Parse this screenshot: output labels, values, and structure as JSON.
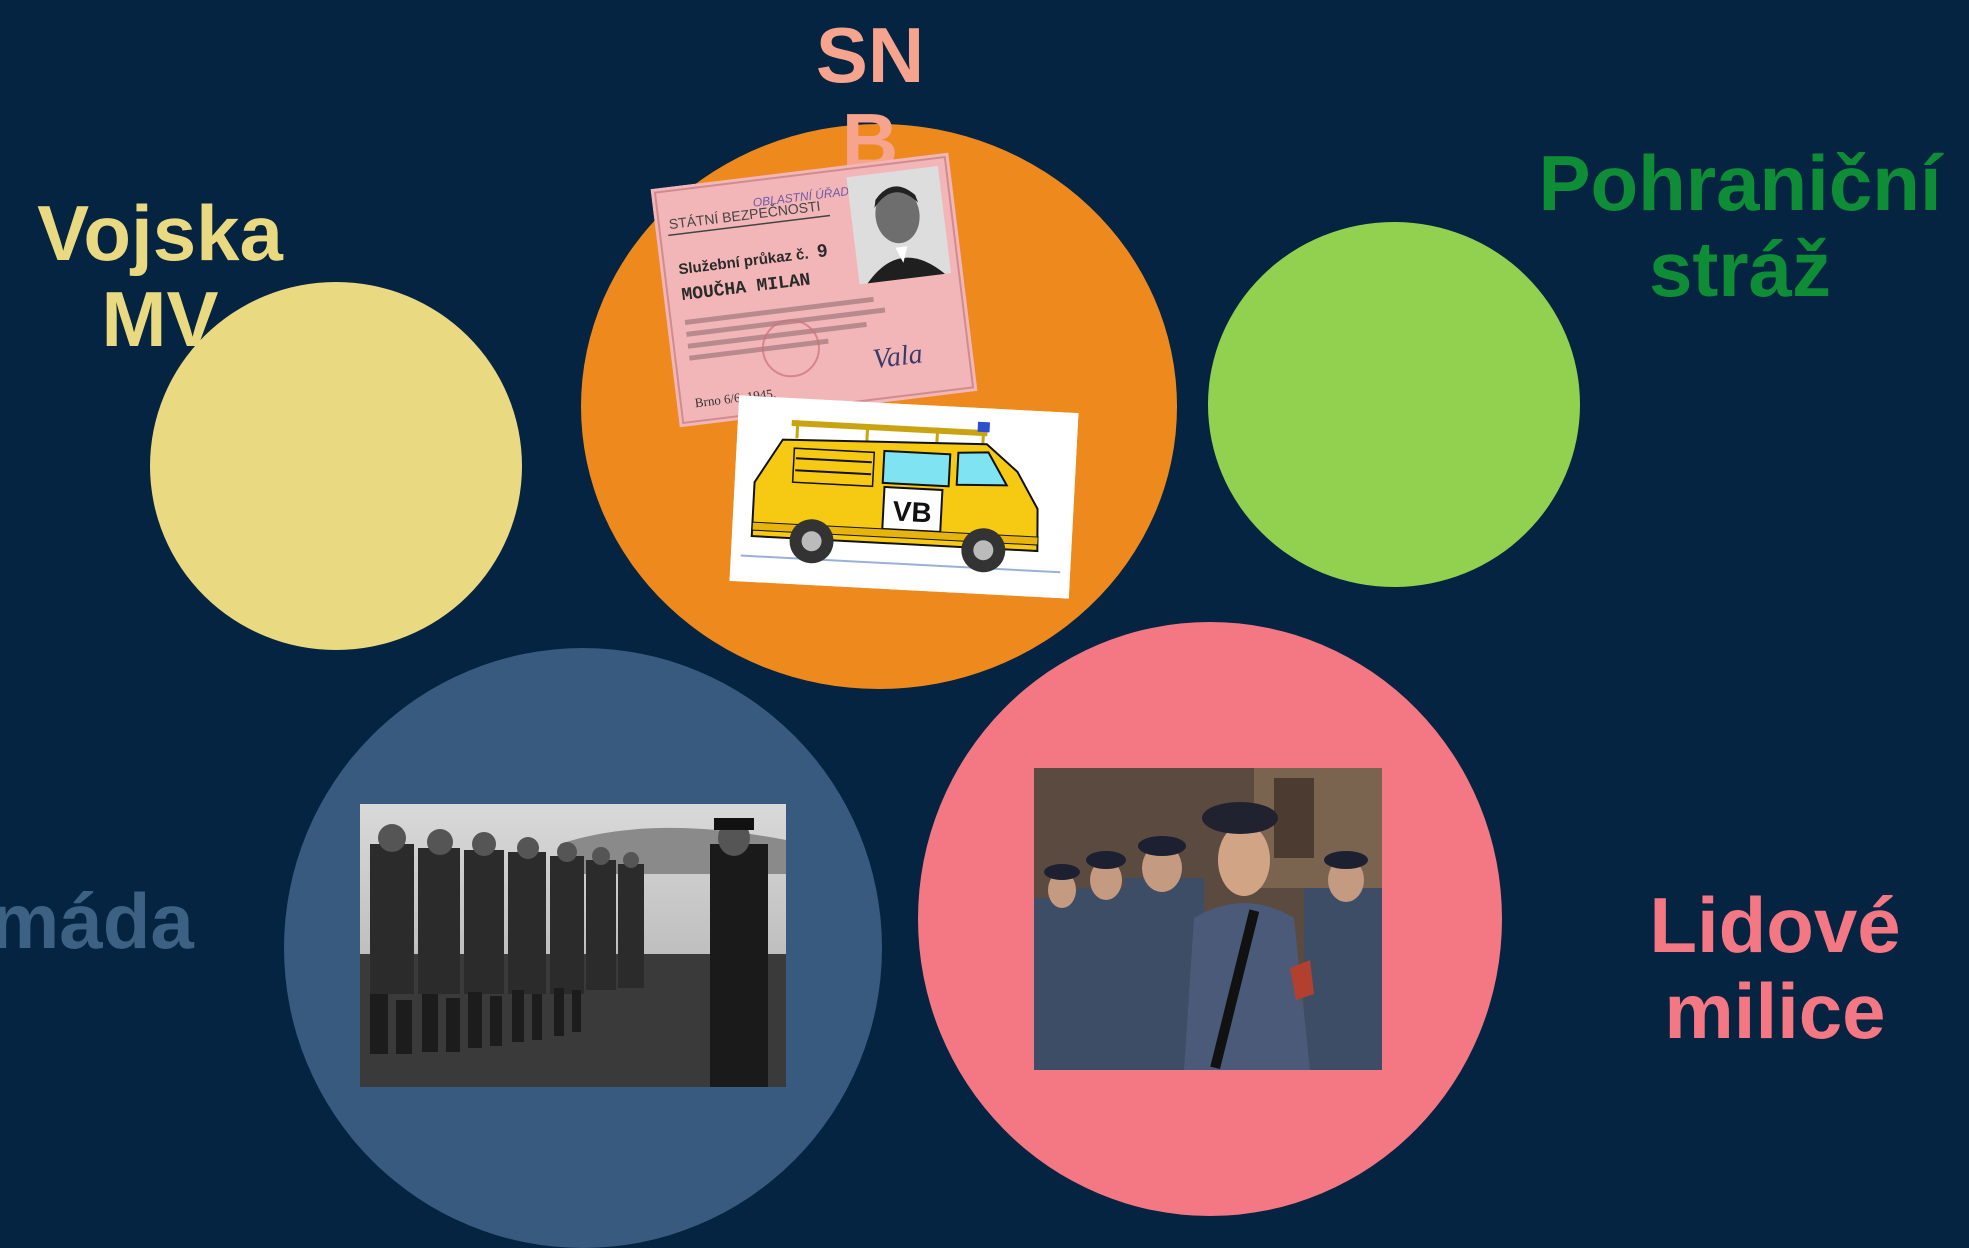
{
  "colors": {
    "background": "#042442",
    "vojska": "#E9D981",
    "snb": "#EE8A1D",
    "pohranicni": "#92D050",
    "armada": "#375A7E",
    "milice": "#F47884",
    "snb_text": "#F6A48E",
    "pohranicni_text": "#0E8C36",
    "armada_text": "#3D6183",
    "milice_text": "#F47884"
  },
  "labels": {
    "snb": "SN\nB",
    "vojska": "Vojska\nMV",
    "pohranicni": "Pohraniční\nstráž",
    "armada": "máda",
    "milice": "Lidové\nmilice"
  },
  "id_card": {
    "header": "STÁTNÍ BEZPEČNOSTI",
    "stamp": "OBLASTNÍ ÚŘADOVNA",
    "card_no_label": "Služební průkaz č.",
    "card_no": "9",
    "name": "MOUČHA MILAN",
    "place_date": "Brno 6/6. 1945.",
    "signature": "Vala"
  },
  "van": {
    "badge": "VB"
  }
}
